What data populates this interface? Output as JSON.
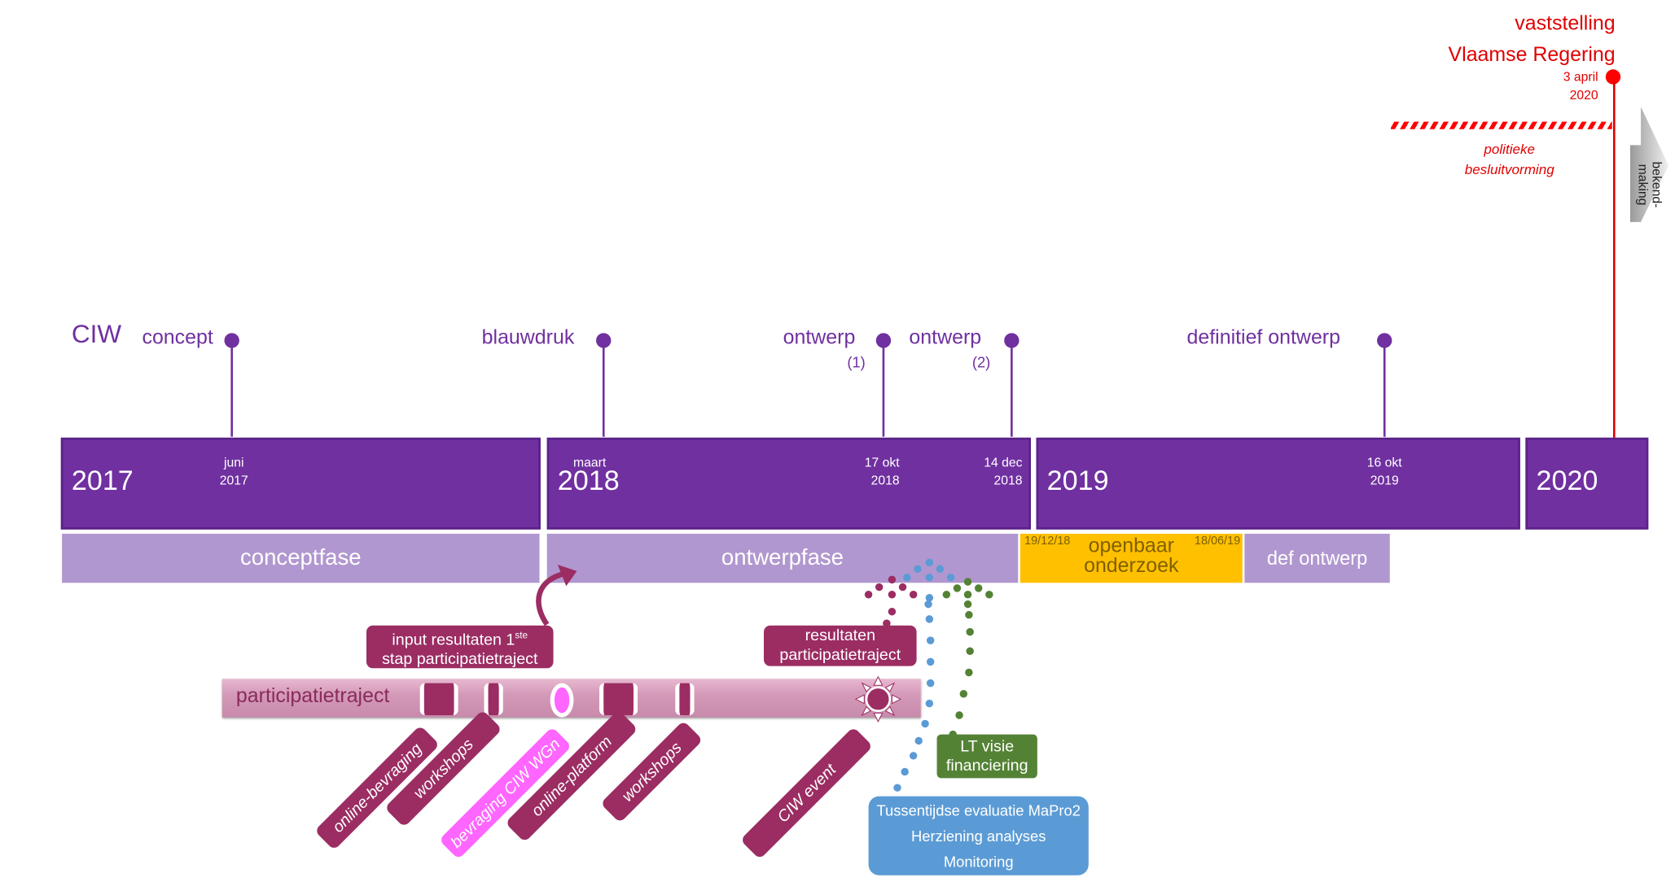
{
  "org": "CIW",
  "colors": {
    "purple": "#7030A0",
    "phase": "#B197CF",
    "gold": "#FFC000",
    "red": "#E00000",
    "wine": "#9B2D63",
    "pink": "#FF66FF",
    "blue": "#5B9BD5",
    "green": "#548235"
  },
  "milestones": [
    {
      "label": "concept",
      "sub": "",
      "date": [
        "juni",
        "2017"
      ]
    },
    {
      "label": "blauwdruk",
      "sub": "",
      "date": [
        "maart",
        ""
      ]
    },
    {
      "label": "ontwerp",
      "sub": "(1)",
      "date": [
        "17 okt",
        "2018"
      ]
    },
    {
      "label": "ontwerp",
      "sub": "(2)",
      "date": [
        "14 dec",
        "2018"
      ]
    },
    {
      "label": "definitief ontwerp",
      "sub": "",
      "date": [
        "16 okt",
        "2019"
      ]
    }
  ],
  "years": [
    "2017",
    "2018",
    "2019",
    "2020"
  ],
  "phases": {
    "concept": "conceptfase",
    "ontwerp": "ontwerpfase",
    "openbaar": {
      "start": "19/12/18",
      "label1": "openbaar",
      "label2": "onderzoek",
      "end": "18/06/19"
    },
    "def": "def ontwerp"
  },
  "final": {
    "title1": "vaststelling",
    "title2": "Vlaamse Regering",
    "date1": "3 april",
    "date2": "2020",
    "hatch1": "politieke",
    "hatch2": "besluitvorming",
    "arrow1": "bekend-",
    "arrow2": "making"
  },
  "participatie": {
    "bar": "participatietraject",
    "input": {
      "line1": "input resultaten 1",
      "sup": "ste",
      "line2": "stap participatietraject"
    },
    "results": {
      "line1": "resultaten",
      "line2": "participatietraject"
    },
    "activities": [
      "online-bevraging",
      "workshops",
      "bevraging CIW WGn",
      "online-platform",
      "workshops",
      "CIW event"
    ]
  },
  "green_box": {
    "line1": "LT visie",
    "line2": "financiering"
  },
  "blue_box": [
    "Tussentijdse evaluatie MaPro2",
    "Herziening analyses",
    "Monitoring"
  ]
}
